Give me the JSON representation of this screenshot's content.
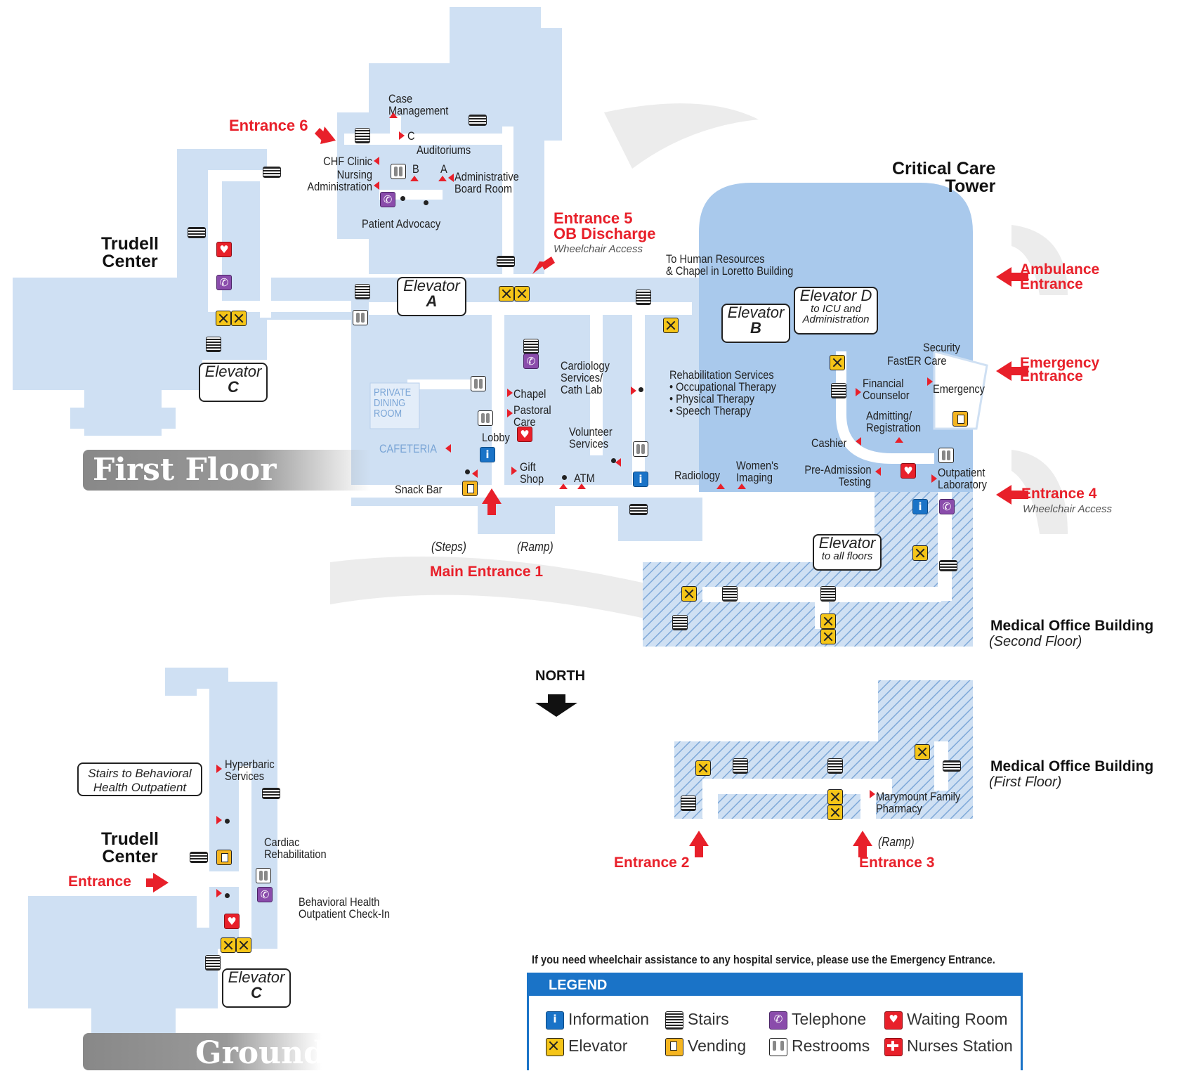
{
  "floors": {
    "first": "First Floor",
    "ground": "Ground"
  },
  "buildings": {
    "trudell_first": "Trudell\nCenter",
    "trudell_ground": "Trudell\nCenter",
    "critical_care": "Critical Care\nTower",
    "mob_second_name": "Medical Office Building",
    "mob_second_floor": "(Second Floor)",
    "mob_first_name": "Medical Office Building",
    "mob_first_floor": "(First Floor)"
  },
  "entrances": {
    "e6": "Entrance 6",
    "e5": "Entrance 5\nOB Discharge",
    "e5_note": "Wheelchair Access",
    "ambulance": "Ambulance\nEntrance",
    "emergency": "Emergency\nEntrance",
    "e4": "Entrance 4",
    "e4_note": "Wheelchair Access",
    "main": "Main Entrance 1",
    "e2": "Entrance 2",
    "e3": "Entrance 3",
    "ground": "Entrance"
  },
  "rooms": {
    "case_management": "Case\nManagement",
    "auditoriums": "Auditoriums",
    "c": "C",
    "b": "B",
    "a": "A",
    "chf": "CHF Clinic",
    "nursing_admin": "Nursing\nAdministration",
    "admin_board": "Administrative\nBoard Room",
    "patient_advocacy": "Patient Advocacy",
    "human_resources": "To Human Resources\n& Chapel in Loretto Building",
    "private_dining": "PRIVATE\nDINING\nROOM",
    "cafeteria": "CAFETERIA",
    "snack_bar": "Snack Bar",
    "chapel": "Chapel",
    "pastoral_care": "Pastoral\nCare",
    "lobby": "Lobby",
    "gift_shop": "Gift\nShop",
    "cardiology": "Cardiology\nServices/\nCath Lab",
    "volunteer": "Volunteer\nServices",
    "atm": "ATM",
    "rehab": "Rehabilitation Services\n• Occupational Therapy\n• Physical Therapy\n• Speech Therapy",
    "radiology": "Radiology",
    "womens_imaging": "Women's\nImaging",
    "pre_admission": "Pre-Admission\nTesting",
    "cashier": "Cashier",
    "admitting": "Admitting/\nRegistration",
    "financial": "Financial\nCounselor",
    "faster_care": "FastER Care",
    "security": "Security",
    "emergency": "Emergency",
    "outpatient_lab": "Outpatient\nLaboratory",
    "steps": "(Steps)",
    "ramp": "(Ramp)",
    "ramp3": "(Ramp)",
    "pharmacy": "Marymount Family\nPharmacy",
    "hyperbaric": "Hyperbaric\nServices",
    "cardiac_rehab": "Cardiac\nRehabilitation",
    "behavioral": "Behavioral Health\nOutpatient Check-In",
    "stairs_behavioral": "Stairs to Behavioral\nHealth Outpatient",
    "north": "NORTH"
  },
  "elevators": {
    "a_title": "Elevator",
    "a_letter": "A",
    "b_title": "Elevator",
    "b_letter": "B",
    "c_title": "Elevator",
    "c_letter": "C",
    "c2_title": "Elevator",
    "c2_letter": "C",
    "d_title": "Elevator D",
    "d_note": "to ICU and\nAdministration",
    "all_title": "Elevator",
    "all_note": "to all floors"
  },
  "notice": "If you need wheelchair assistance to any hospital service, please use the Emergency Entrance.",
  "legend": {
    "title": "LEGEND",
    "items": [
      {
        "icon": "info-icon",
        "label": "Information"
      },
      {
        "icon": "stairs-icon",
        "label": "Stairs"
      },
      {
        "icon": "telephone-icon",
        "label": "Telephone"
      },
      {
        "icon": "waiting-room-icon",
        "label": "Waiting Room"
      },
      {
        "icon": "elevator-icon",
        "label": "Elevator"
      },
      {
        "icon": "vending-icon",
        "label": "Vending"
      },
      {
        "icon": "restrooms-icon",
        "label": "Restrooms"
      },
      {
        "icon": "nurses-station-icon",
        "label": "Nurses Station"
      }
    ]
  },
  "colors": {
    "building": "#cfe0f3",
    "corridor": "#ffffff",
    "tower": "#a9c9ec",
    "accent_red": "#e8202a",
    "legend_blue": "#1a73c7"
  }
}
